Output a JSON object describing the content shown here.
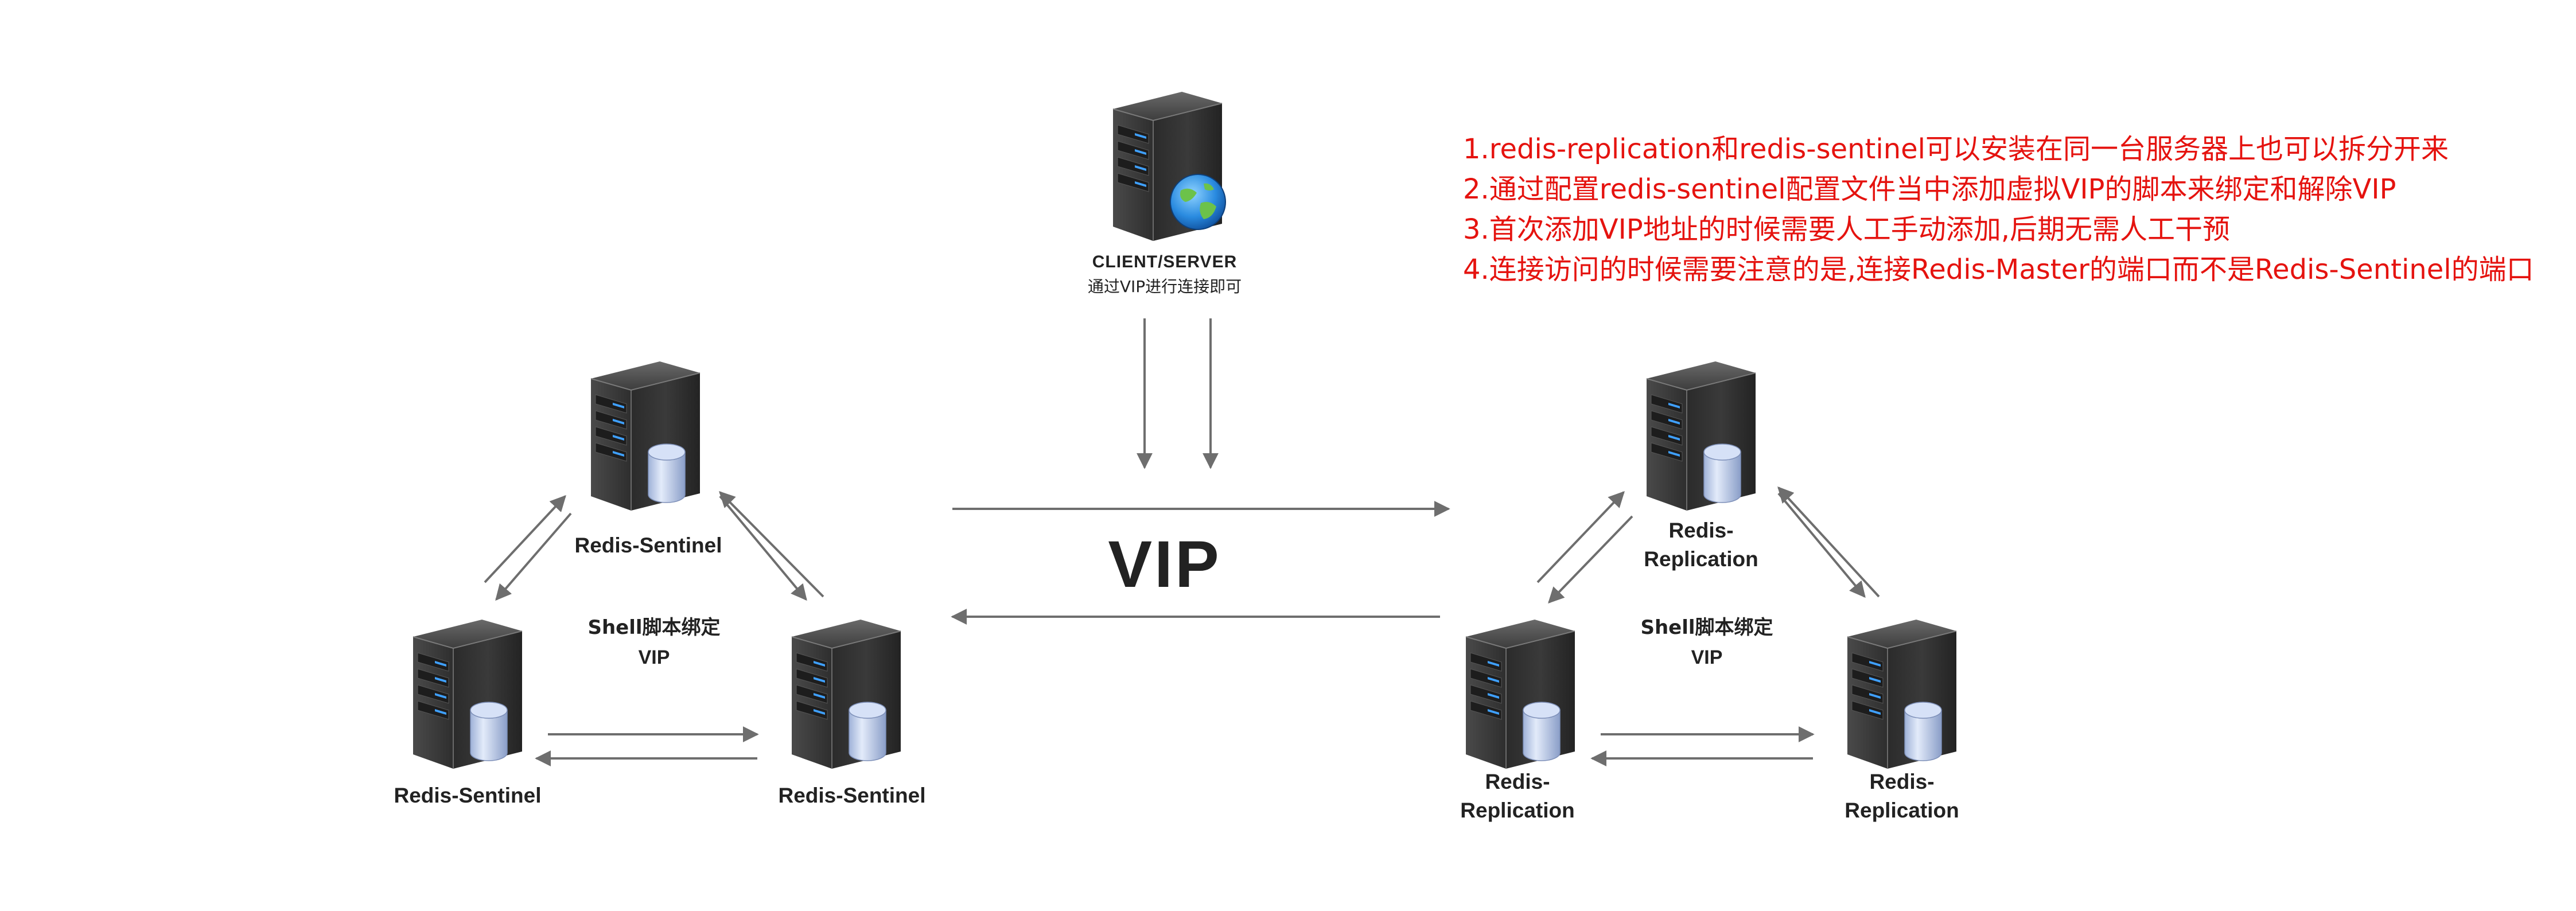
{
  "client": {
    "title": "CLIENT/SERVER",
    "subtitle": "通过VIP进行连接即可"
  },
  "vip_label": "VIP",
  "left_cluster": {
    "top": "Redis-Sentinel",
    "bottom_left": "Redis-Sentinel",
    "bottom_right": "Redis-Sentinel",
    "center_line1": "Shell脚本绑定",
    "center_line2": "VIP"
  },
  "right_cluster": {
    "top_line1": "Redis-",
    "top_line2": "Replication",
    "bottom_left_line1": "Redis-",
    "bottom_left_line2": "Replication",
    "bottom_right_line1": "Redis-",
    "bottom_right_line2": "Replication",
    "center_line1": "Shell脚本绑定",
    "center_line2": "VIP"
  },
  "notes": [
    "1.redis-replication和redis-sentinel可以安装在同一台服务器上也可以拆分开来",
    "2.通过配置redis-sentinel配置文件当中添加虚拟VIP的脚本来绑定和解除VIP",
    "3.首次添加VIP地址的时候需要人工手动添加,后期无需人工干预",
    "4.连接访问的时候需要注意的是,连接Redis-Master的端口而不是Redis-Sentinel的端口"
  ],
  "icons": {
    "client": "server-with-globe-icon",
    "node": "server-with-database-icon"
  }
}
